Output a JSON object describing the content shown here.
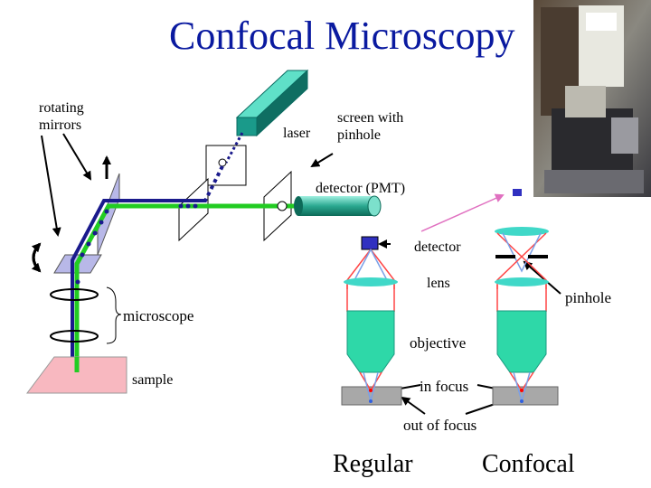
{
  "title": "Confocal Microscopy",
  "labels": {
    "rotating_mirrors_1": "rotating",
    "rotating_mirrors_2": "mirrors",
    "laser": "laser",
    "screen_1": "screen with",
    "screen_2": "pinhole",
    "detector_pmt": "detector (PMT)",
    "detector": "detector",
    "lens": "lens",
    "pinhole": "pinhole",
    "microscope": "microscope",
    "objective": "objective",
    "sample": "sample",
    "in_focus": "in focus",
    "out_of_focus": "out of focus",
    "regular": "Regular",
    "confocal": "Confocal"
  },
  "colors": {
    "title": "#0a1aa0",
    "laser_beam": "#22cc22",
    "return_beam": "#1a1a8c",
    "laser_body": "#1a9a8a",
    "objective": "#2ed8a8",
    "lens": "#40d8c8",
    "sample": "#f8b8c0",
    "stage": "#a8a8a8",
    "mirror": "#b8b8e8",
    "detector_block": "#3030c0",
    "focus_ray": "#ff0000",
    "defocus_ray": "#7aa0e8",
    "pointer": "#e070c0"
  }
}
